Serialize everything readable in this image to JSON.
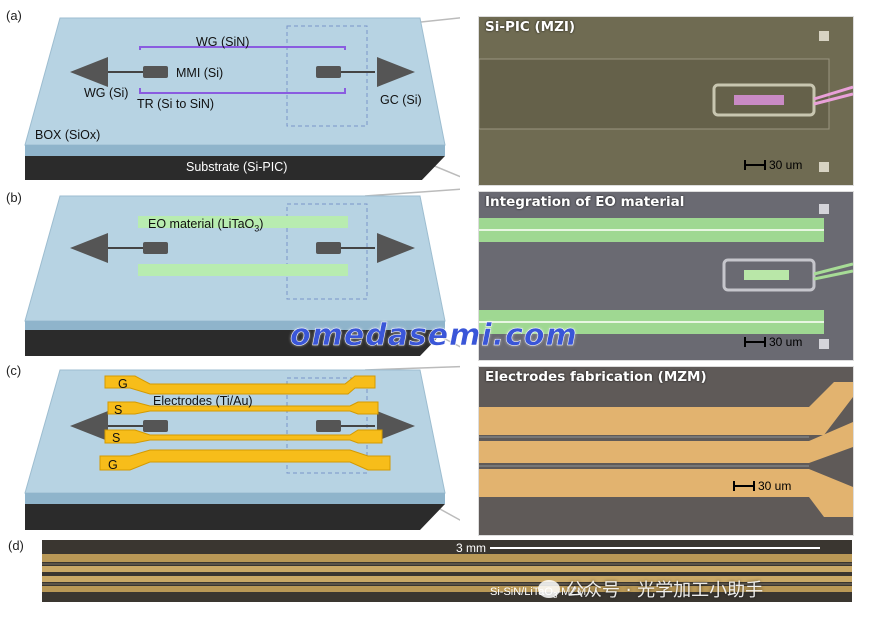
{
  "panels": {
    "a": {
      "label": "(a)",
      "wg_sin": "WG (SiN)",
      "mmi": "MMI (Si)",
      "wg_si": "WG (Si)",
      "tr": "TR (Si to SiN)",
      "gc": "GC (Si)",
      "box": "BOX (SiOx)",
      "substrate": "Substrate (Si-PIC)",
      "micro_title": "Si-PIC (MZI)",
      "scale": "30 um"
    },
    "b": {
      "label": "(b)",
      "eo_prefix": "EO material (LiTaO",
      "eo_sub": "3",
      "eo_suffix": ")",
      "micro_title": "Integration of EO material",
      "scale": "30 um"
    },
    "c": {
      "label": "(c)",
      "g1": "G",
      "s1": "S",
      "s2": "S",
      "g2": "G",
      "electrodes": "Electrodes (Ti/Au)",
      "micro_title": "Electrodes fabrication (MZM)",
      "scale": "30 um"
    },
    "d": {
      "label": "(d)",
      "scale": "3 mm",
      "device_prefix": "Si-SiN/LiTaO",
      "device_sub": "3",
      "device_suffix": "-MZM"
    }
  },
  "watermark": "omedasemi.com",
  "wechat_caption": "公众号 · 光学加工小助手",
  "colors": {
    "box_top": "#b7d3e3",
    "box_side": "#8fb4cb",
    "substrate": "#2b2b2b",
    "sin_waveguide": "#8a5ce0",
    "eo_material": "#b8ecb0",
    "electrode": "#f7bd1a",
    "micro_pic": "#6f6b52",
    "micro_eo": "#6a6a72",
    "micro_gold": "#e2b36f"
  }
}
